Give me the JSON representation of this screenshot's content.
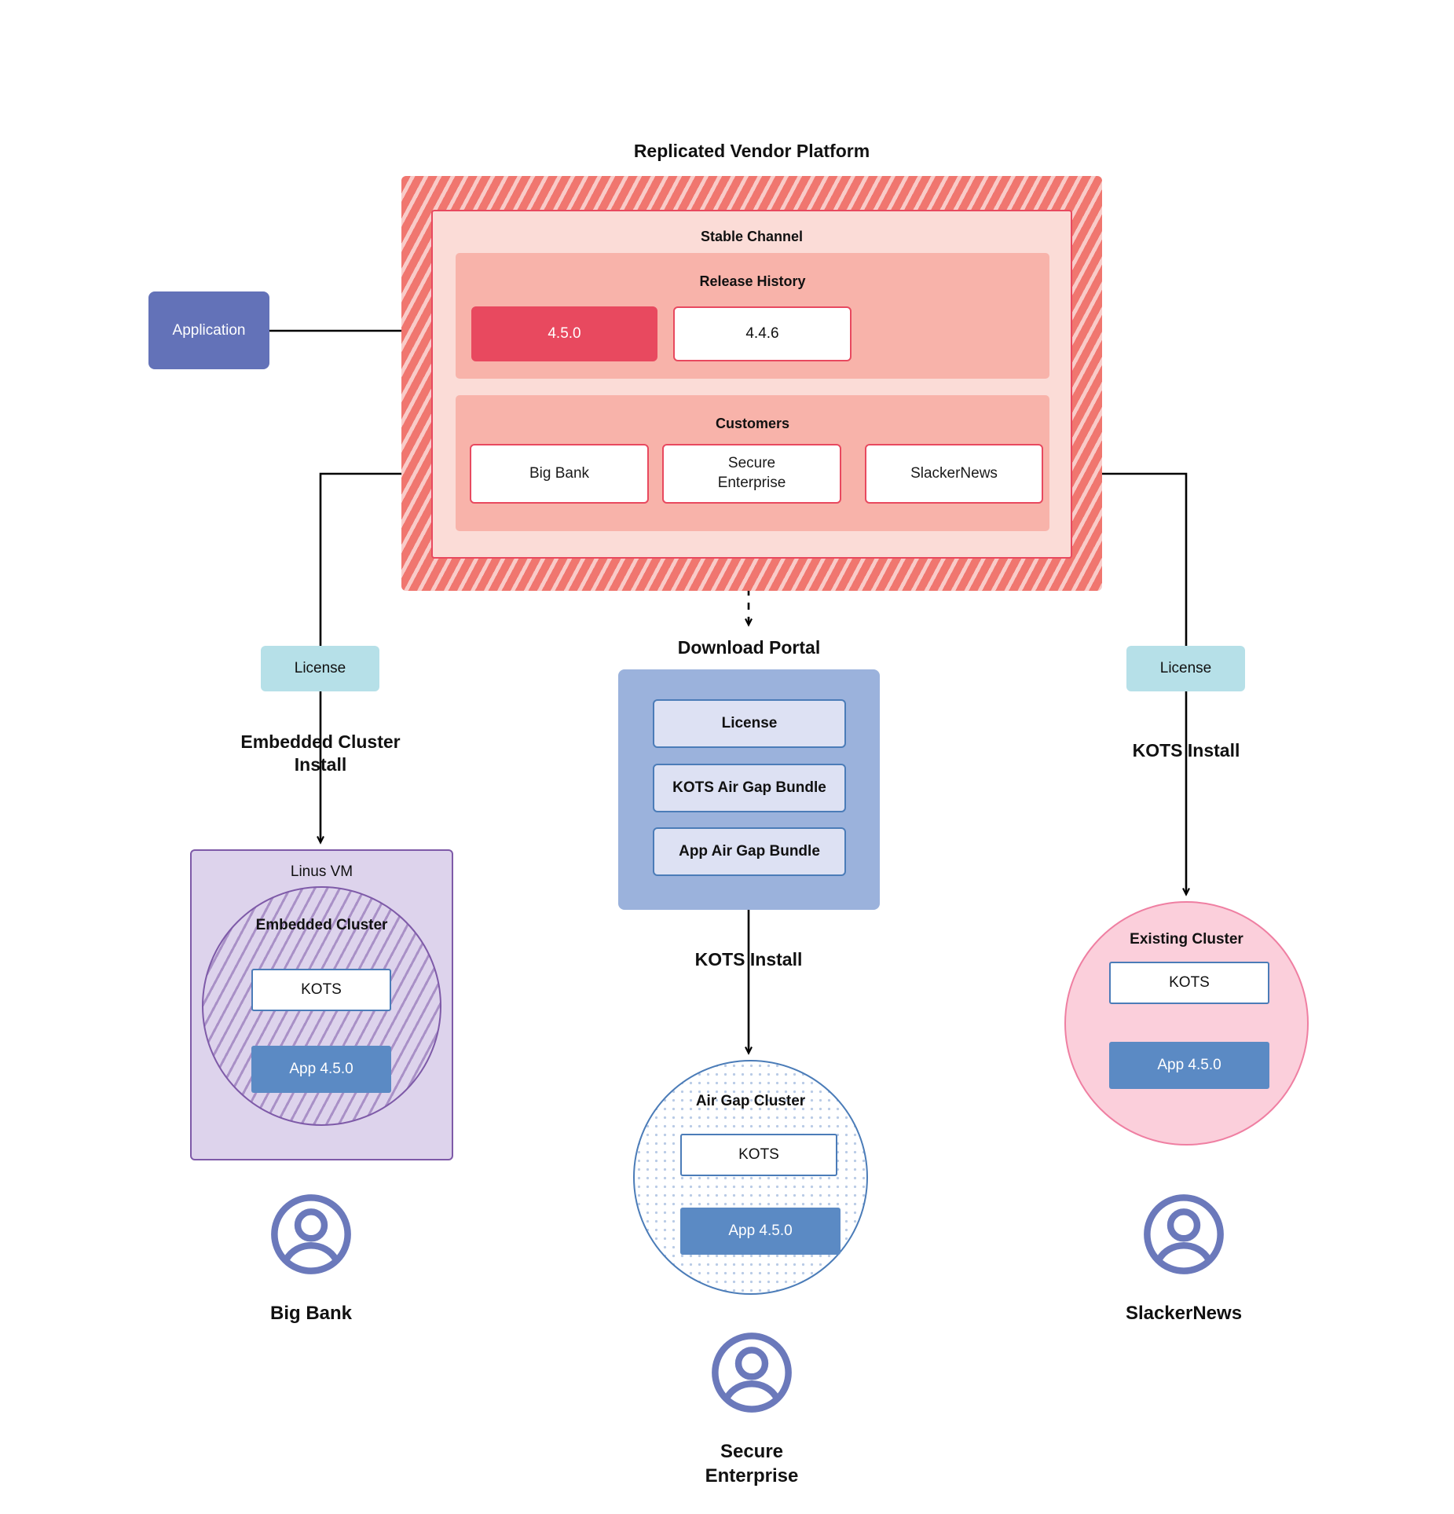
{
  "diagram": {
    "title": "Replicated Vendor Platform",
    "vendor_platform": {
      "label": "Replicated Vendor Platform",
      "channel": {
        "label": "Stable Channel",
        "release_history": {
          "label": "Release History",
          "releases": [
            {
              "version": "4.5.0",
              "state": "current"
            },
            {
              "version": "4.4.6",
              "state": "previous"
            }
          ]
        },
        "customers": {
          "label": "Customers",
          "items": [
            {
              "name": "Big Bank"
            },
            {
              "name": "Secure\nEnterprise"
            },
            {
              "name": "SlackerNews"
            }
          ]
        }
      }
    },
    "application": {
      "label": "Application"
    },
    "licenses": [
      {
        "label": "License"
      },
      {
        "label": "License"
      }
    ],
    "download_portal": {
      "title": "Download  Portal",
      "items": [
        {
          "label": "License"
        },
        {
          "label": "KOTS Air Gap Bundle"
        },
        {
          "label": "App Air Gap Bundle"
        }
      ]
    },
    "flows": [
      {
        "label": "Embedded Cluster\nInstall"
      },
      {
        "label": "KOTS Install"
      },
      {
        "label": "KOTS Install"
      }
    ],
    "targets": {
      "embedded": {
        "host_label": "Linus VM",
        "cluster_label": "Embedded Cluster",
        "kots_label": "KOTS",
        "app_label": "App 4.5.0"
      },
      "airgap": {
        "cluster_label": "Air Gap Cluster",
        "kots_label": "KOTS",
        "app_label": "App 4.5.0"
      },
      "existing": {
        "cluster_label": "Existing Cluster",
        "kots_label": "KOTS",
        "app_label": "App 4.5.0"
      }
    },
    "customer_footers": [
      {
        "label": "Big Bank",
        "icon": "user-avatar-icon"
      },
      {
        "label": "Secure\nEnterprise",
        "icon": "user-avatar-icon"
      },
      {
        "label": "SlackerNews",
        "icon": "user-avatar-icon"
      }
    ],
    "colors": {
      "platform_hatch": "#f0766f",
      "channel_bg": "#fbdcd7",
      "band_bg": "#f8b3aa",
      "accent_red": "#e8495f",
      "application_purple": "#6372b8",
      "license_teal": "#b6e0e8",
      "portal_blue": "#9bb2dc",
      "portal_item_blue": "#dde1f3",
      "kots_border_blue": "#4b7cb8",
      "app_blue": "#5b8ac4",
      "vm_purple": "#ddd3ec",
      "vm_border_purple": "#7e5aa8",
      "existing_pink": "#fbcfdb",
      "existing_border_pink": "#ef7fa2",
      "avatar_purple": "#6b79bb"
    }
  }
}
